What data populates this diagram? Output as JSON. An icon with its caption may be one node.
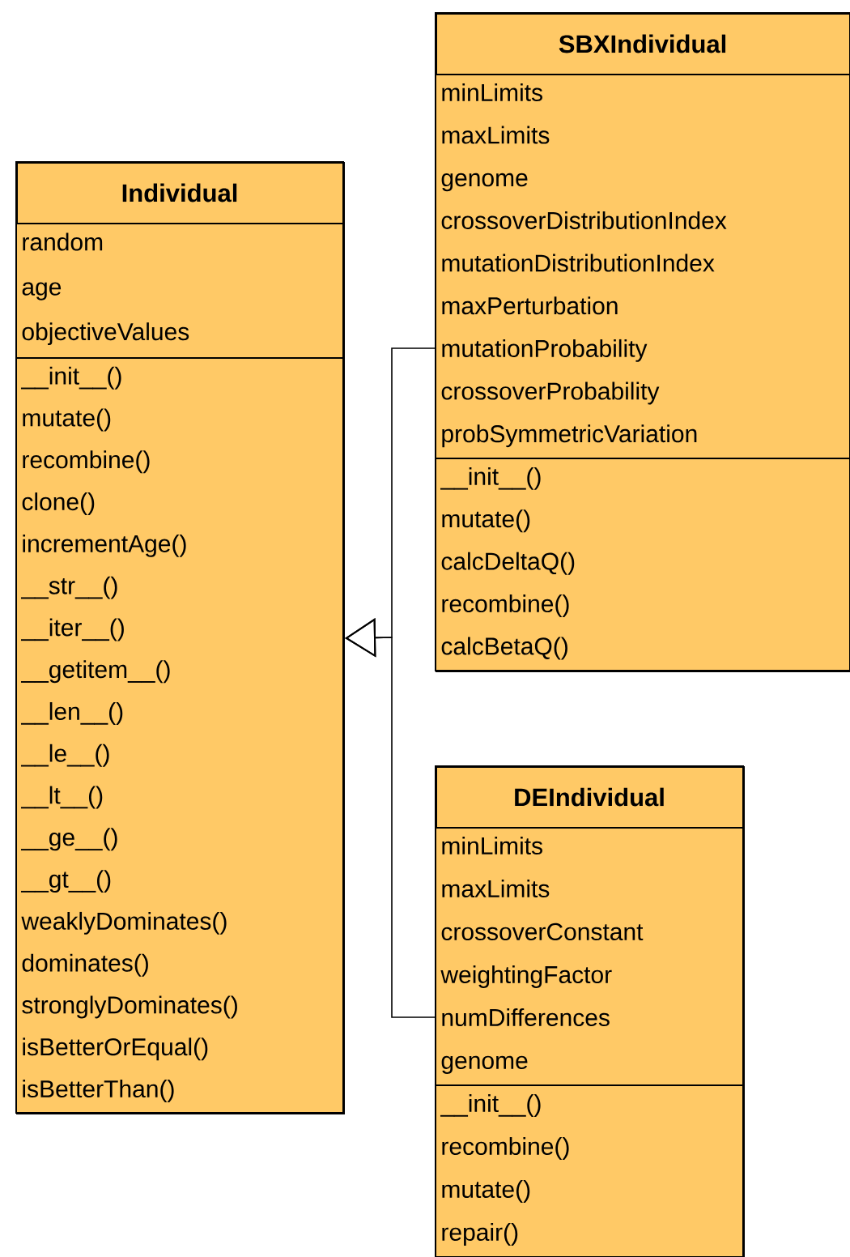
{
  "diagram": {
    "nodes": [
      {
        "text": [
          "Individual"
        ]
      },
      {
        "text": [
          "random",
          "age",
          "objectiveValues"
        ],
        "in": 0
      },
      {
        "text": [
          "__init__()",
          "mutate()",
          "recombine()",
          "clone()",
          "incrementAge()",
          "__str__()",
          "__iter__()",
          "__getitem__()",
          "__len__()",
          "__le__()",
          "__lt__()",
          "__ge__()",
          "__gt__()",
          "weaklyDominates()",
          "dominates()",
          "stronglyDominates()",
          "isBetterOrEqual()",
          "isBetterThan()"
        ],
        "in": 0
      },
      {
        "text": [
          "SBXIndividual"
        ]
      },
      {
        "text": [
          "minLimits",
          "maxLimits",
          "genome",
          "crossoverDistributionIndex",
          "mutationDistributionIndex",
          "maxPerturbation",
          "mutationProbability",
          "crossoverProbability",
          "probSymmetricVariation"
        ],
        "in": 3
      },
      {
        "text": [
          "__init__()",
          "mutate()",
          "calcDeltaQ()",
          "recombine()",
          "calcBetaQ()"
        ],
        "in": 3
      },
      {
        "text": [
          "DEIndividual"
        ]
      },
      {
        "text": [
          "minLimits",
          "maxLimits",
          "crossoverConstant",
          "weightingFactor",
          "numDifferences",
          "genome"
        ],
        "in": 6
      },
      {
        "text": [
          "__init__()",
          "recombine()",
          "mutate()",
          "repair()"
        ],
        "in": 6
      }
    ],
    "edges": [
      {
        "from": 3,
        "to": 0,
        "arrow": "to"
      },
      {
        "from": 6,
        "to": 0,
        "arrow": "to"
      }
    ]
  }
}
